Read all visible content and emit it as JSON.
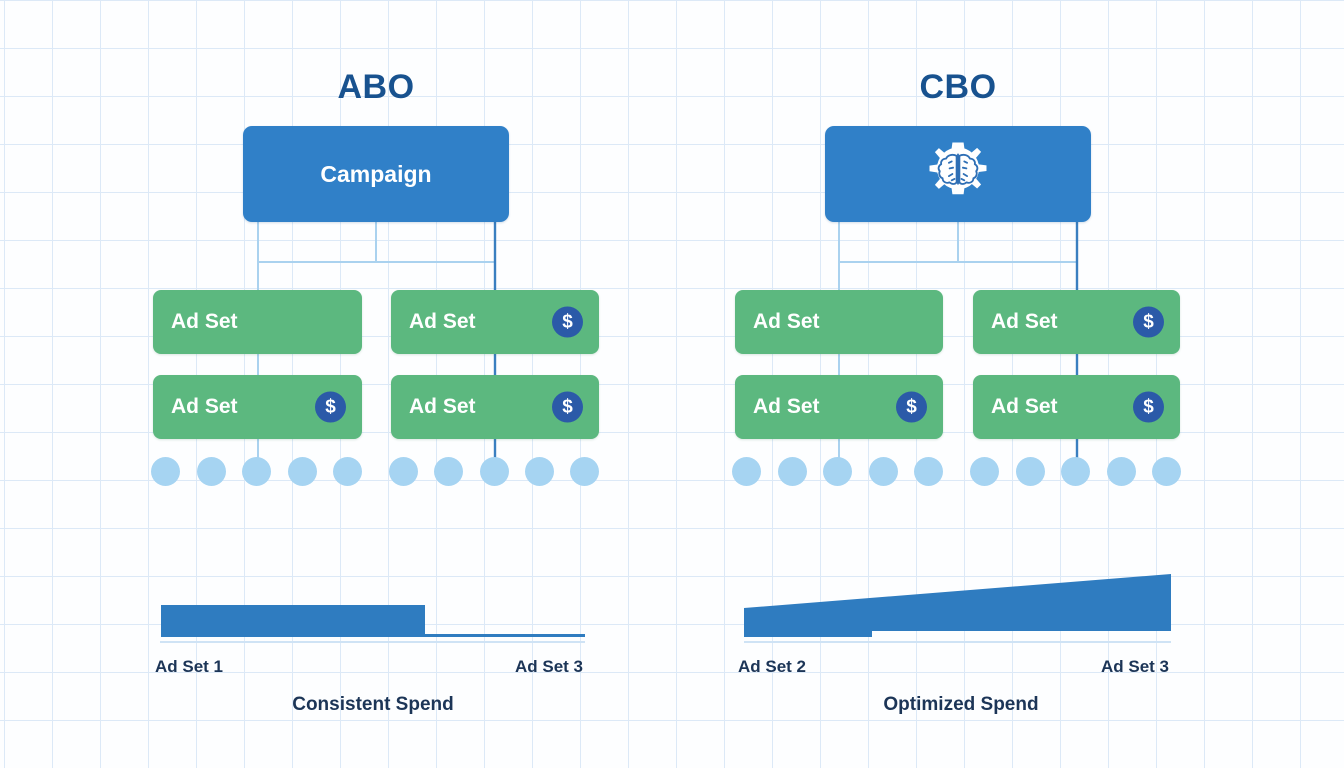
{
  "panels": [
    {
      "id": "abo",
      "title": "ABO",
      "campaign": {
        "label": "Campaign",
        "icon": null
      },
      "adsets": [
        {
          "label": "Ad Set",
          "badge": null
        },
        {
          "label": "Ad Set",
          "badge": "$"
        },
        {
          "label": "Ad Set",
          "badge": "$"
        },
        {
          "label": "Ad Set",
          "badge": "$"
        }
      ],
      "ad_dots_left": 5,
      "ad_dots_right": 5,
      "chart": {
        "left_label": "Ad Set 1",
        "right_label": "Ad Set 3",
        "caption": "Consistent Spend"
      }
    },
    {
      "id": "cbo",
      "title": "CBO",
      "campaign": {
        "label": "",
        "icon": "brain-gear-icon"
      },
      "adsets": [
        {
          "label": "Ad Set",
          "badge": null
        },
        {
          "label": "Ad Set",
          "badge": "$"
        },
        {
          "label": "Ad Set",
          "badge": "$"
        },
        {
          "label": "Ad Set",
          "badge": "$"
        }
      ],
      "ad_dots_left": 5,
      "ad_dots_right": 5,
      "chart": {
        "left_label": "Ad Set 2",
        "right_label": "Ad Set 3",
        "caption": "Optimized Spend"
      }
    }
  ],
  "chart_data": [
    {
      "type": "area",
      "title": "Consistent Spend",
      "panel": "ABO",
      "categories": [
        "Ad Set 1",
        "Ad Set 3"
      ],
      "series": [
        {
          "name": "Spend",
          "values": [
            34,
            34,
            3,
            3
          ]
        }
      ],
      "x": [
        160,
        425,
        425,
        585
      ],
      "xlabel": "",
      "ylabel": "",
      "grid": true,
      "note": "Flat block of constant spend for the first ad set, then a negligible flat tail"
    },
    {
      "type": "area",
      "title": "Optimized Spend",
      "panel": "CBO",
      "categories": [
        "Ad Set 2",
        "Ad Set 3"
      ],
      "series": [
        {
          "name": "Spend",
          "values": [
            37,
            29,
            48,
            63
          ]
        }
      ],
      "x": [
        744,
        872,
        872,
        1171
      ],
      "xlabel": "",
      "ylabel": "",
      "grid": true,
      "note": "Rising wedge: budget shifts and grows toward the best performing ad set"
    }
  ],
  "colors": {
    "campaign_blue": "#3080c8",
    "adset_green": "#5cb87f",
    "badge_blue": "#2b5aa8",
    "title_navy": "#18528f",
    "text_navy": "#1c3557",
    "dot_blue": "#a6d4f2",
    "grid_line": "#dce9f7",
    "chart_blue": "#2f7cc0",
    "background": "#fdfeff"
  }
}
